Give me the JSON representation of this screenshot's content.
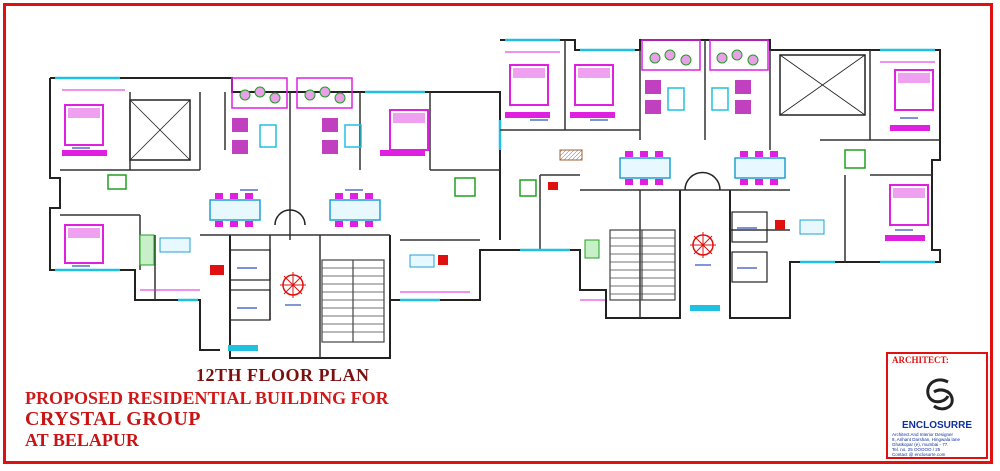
{
  "title": {
    "floor": "12TH FLOOR PLAN",
    "proposed": "PROPOSED RESIDENTIAL BUILDING FOR",
    "client": "CRYSTAL GROUP",
    "location": "AT BELAPUR"
  },
  "architect": {
    "label": "ARCHITECT:",
    "firm": "ENCLOSURRE",
    "lines": [
      "Architect And Interior Designer",
      "8, Arihant Darshan, Hingwala lane",
      "Ghatkopar (e), mumbai - 77.",
      "Tel. no. 25 OOOOO / 25",
      "Contact @ enclosurre.com"
    ]
  },
  "colors": {
    "frame": "#e01010",
    "walls": "#1a1a1a",
    "magenta": "#e020e0",
    "cyan": "#20c0e0",
    "green": "#20a020",
    "red": "#e01010",
    "yellow": "#e0c000",
    "blue": "#2040e0"
  }
}
